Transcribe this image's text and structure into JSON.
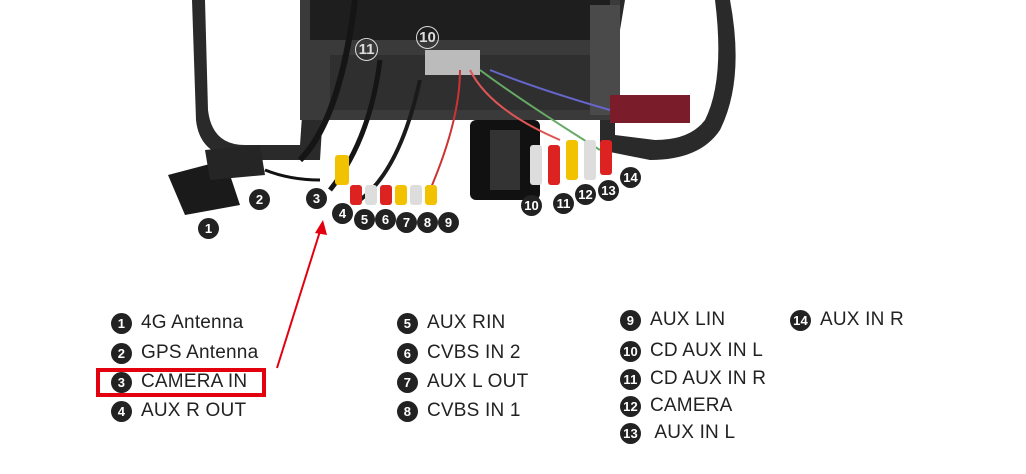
{
  "legend": {
    "col1": [
      {
        "n": "1",
        "label": "4G Antenna"
      },
      {
        "n": "2",
        "label": "GPS Antenna"
      },
      {
        "n": "3",
        "label": "CAMERA IN"
      },
      {
        "n": "4",
        "label": "AUX R  OUT"
      }
    ],
    "col2": [
      {
        "n": "5",
        "label": "AUX RIN"
      },
      {
        "n": "6",
        "label": "CVBS IN 2"
      },
      {
        "n": "7",
        "label": "AUX L OUT"
      },
      {
        "n": "8",
        "label": "CVBS IN 1"
      }
    ],
    "col3": [
      {
        "n": "9",
        "label": "AUX LIN"
      },
      {
        "n": "10",
        "label": "CD AUX IN L"
      },
      {
        "n": "11",
        "label": "CD AUX IN R"
      },
      {
        "n": "12",
        "label": "CAMERA"
      },
      {
        "n": "13",
        "label": " AUX IN L"
      }
    ],
    "col4": [
      {
        "n": "14",
        "label": "AUX IN R"
      }
    ]
  },
  "photo_numbers": [
    "1",
    "2",
    "3",
    "4",
    "5",
    "6",
    "7",
    "8",
    "9",
    "10",
    "11",
    "12",
    "13",
    "14"
  ],
  "unit_numbers": [
    "10",
    "11"
  ],
  "colors": {
    "highlight": "#e3000f",
    "badge": "#222222"
  }
}
